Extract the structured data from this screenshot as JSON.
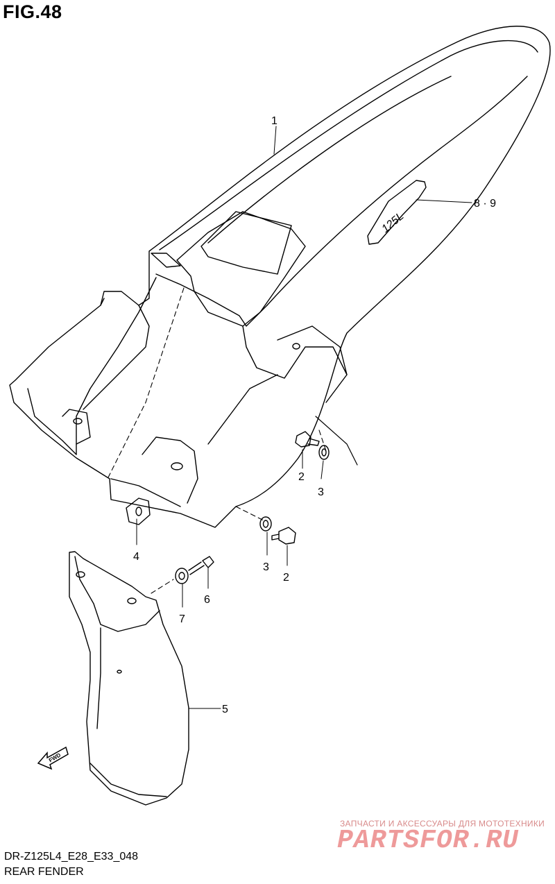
{
  "header": {
    "figure_title": "FIG.48"
  },
  "footer": {
    "drawing_code": "DR-Z125L4_E28_E33_048",
    "section_name": "REAR FENDER"
  },
  "callouts": {
    "p1": "1",
    "p2a": "2",
    "p2b": "2",
    "p3a": "3",
    "p3b": "3",
    "p4": "4",
    "p5": "5",
    "p6": "6",
    "p7": "7",
    "p8_9": "8 · 9"
  },
  "fender_decal": "125L",
  "direction_arrow": {
    "label": "FWD",
    "icon": "forward-arrow-icon"
  },
  "watermark": {
    "tagline": "ЗАПЧАСТИ И АКСЕССУАРЫ ДЛЯ МОТОТЕХНИКИ",
    "brand": "PARTSFOR.RU",
    "color": "#ee9a9a"
  }
}
